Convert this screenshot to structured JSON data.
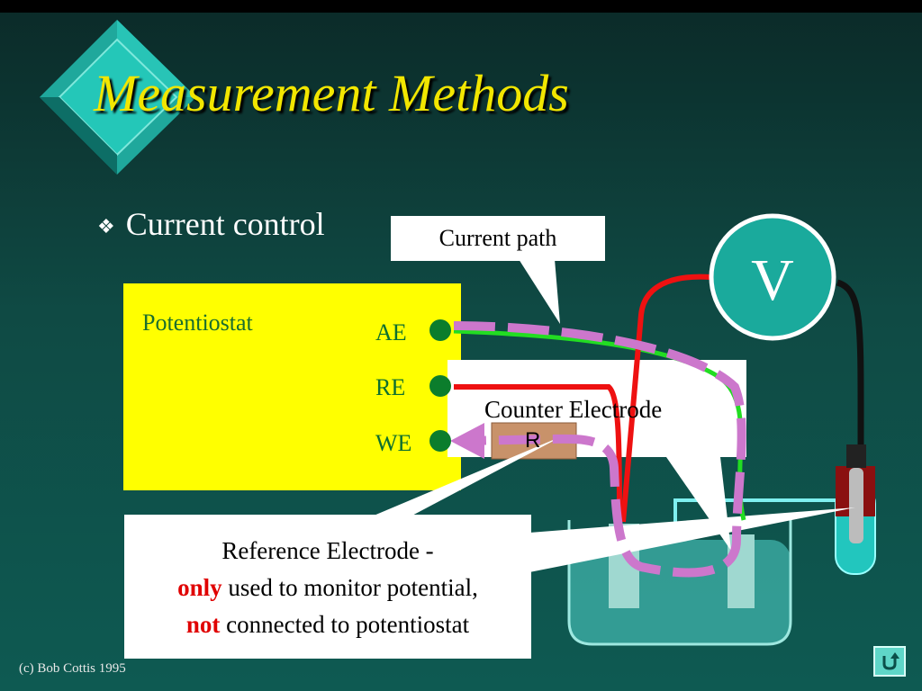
{
  "slide": {
    "title": "Measurement Methods",
    "bullet": "Current control",
    "bullet_symbol": "❖",
    "credit": "(c) Bob Cottis 1995"
  },
  "potentiostat": {
    "label": "Potentiostat",
    "terminals": [
      "AE",
      "RE",
      "WE"
    ]
  },
  "callouts": {
    "current_path": "Current path",
    "counter_electrode": "Counter Electrode",
    "resistor": "R",
    "reference": {
      "line1": "Reference Electrode -",
      "line2_emph": "only",
      "line2_rest": " used to monitor potential,",
      "line3_emph": "not",
      "line3_rest": " connected to potentiostat"
    }
  },
  "voltmeter": {
    "label": "V"
  },
  "colors": {
    "potentiostat_fill": "#ffff00",
    "current_path": "#cc77cc",
    "wire_green": "#22dd22",
    "wire_red": "#ee1111",
    "wire_black": "#111111",
    "title": "#f2e600",
    "emphasis": "#e00000"
  },
  "icons": [
    "diamond-logo",
    "bullet-diamond-icon",
    "return-arrow-icon"
  ]
}
